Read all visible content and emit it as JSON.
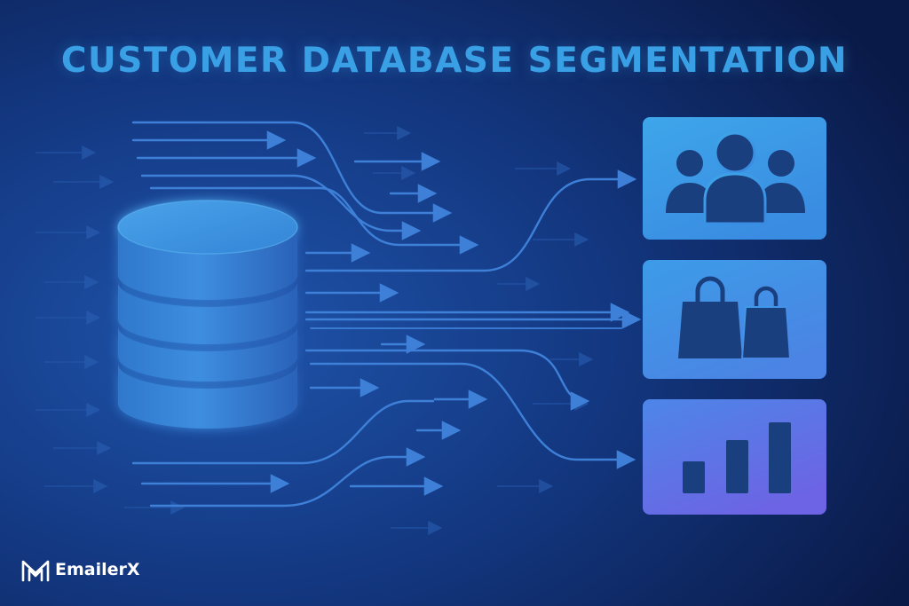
{
  "title": "CUSTOMER DATABASE SEGMENTATION",
  "brand": {
    "name": "EmailerX",
    "logo_icon": "envelope-m-logo-icon"
  },
  "diagram": {
    "source": {
      "name": "customer-database",
      "icon": "database-cylinder-icon"
    },
    "segments": [
      {
        "name": "demographic-segment",
        "icon": "people-group-icon"
      },
      {
        "name": "purchase-segment",
        "icon": "shopping-bags-icon"
      },
      {
        "name": "analytics-segment",
        "icon": "bar-chart-icon"
      }
    ],
    "connectors": "arrow-flows"
  },
  "colors": {
    "background_dark": "#0a1a48",
    "background_light": "#1d4fa8",
    "title": "#3aa0e6",
    "arrow": "#3e7fd8",
    "panel_top": "#3b9ee6",
    "panel_bottom": "#6a68e6",
    "icon_fill": "#1a3f7e"
  }
}
